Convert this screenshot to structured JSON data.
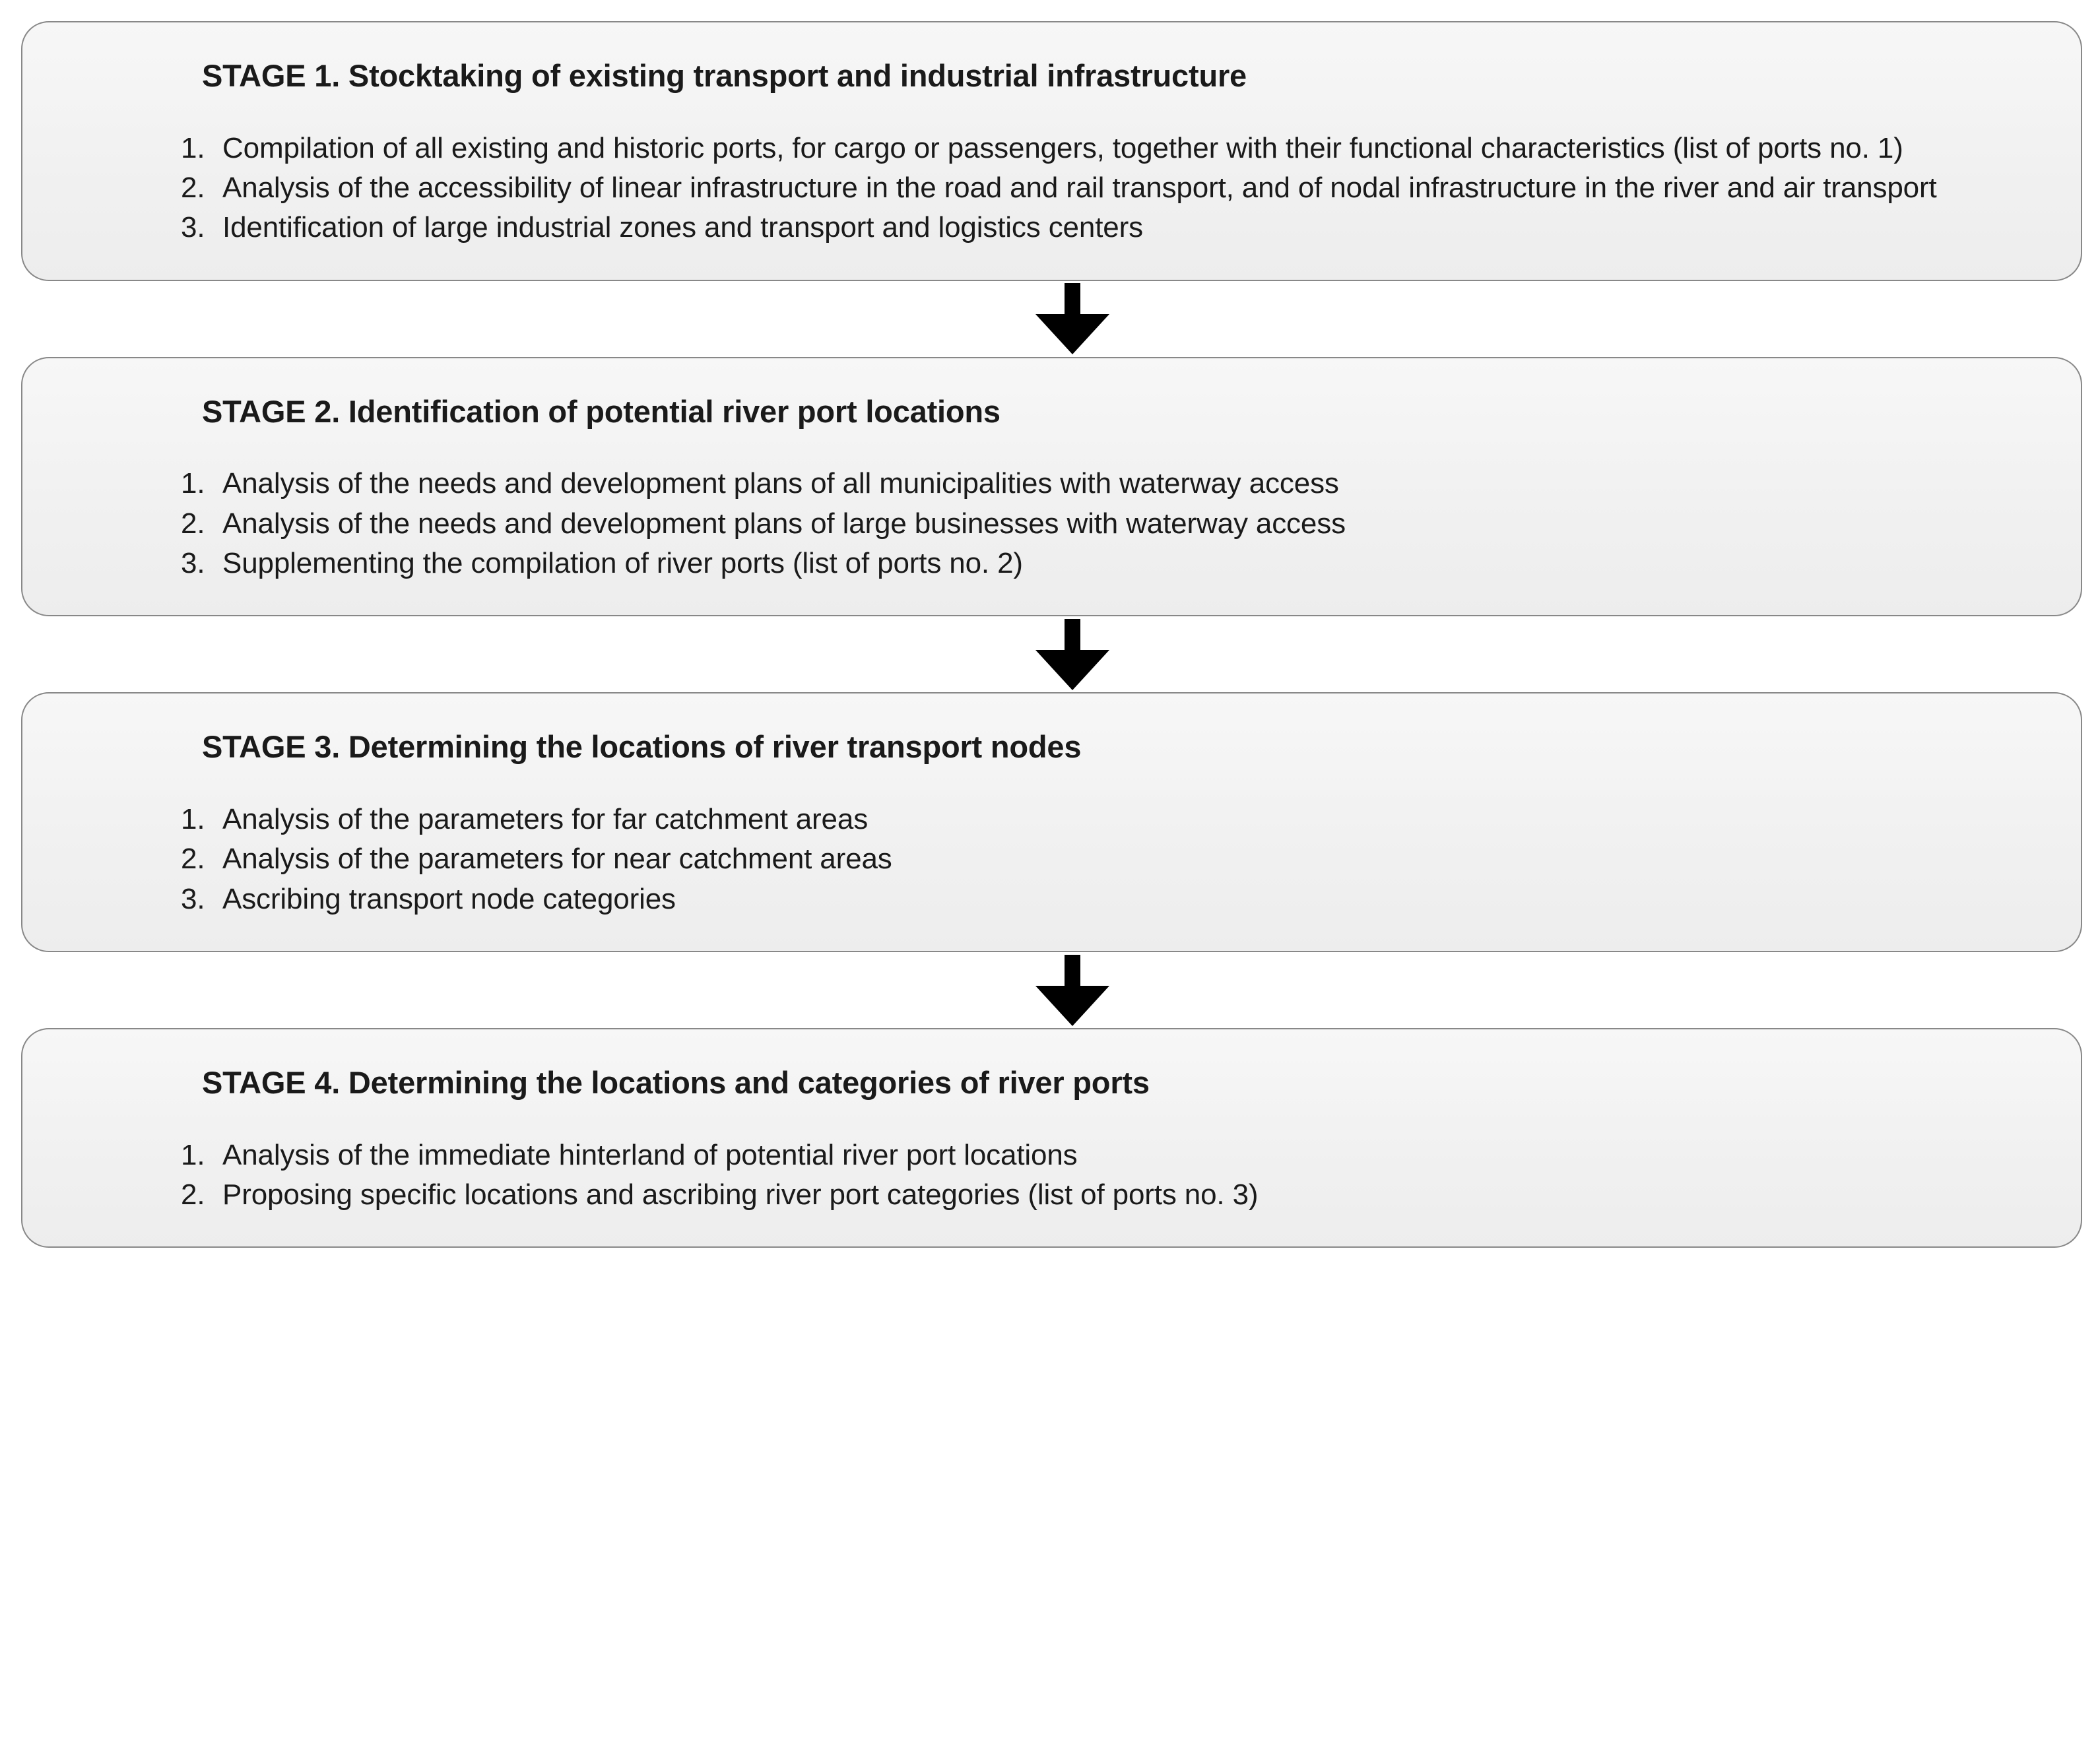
{
  "diagram": {
    "type": "flowchart",
    "orientation": "vertical",
    "connector_icon": "down-arrow-icon",
    "colors": {
      "box_fill": "#f2f2f2",
      "box_border": "#888888",
      "text": "#1a1a1a",
      "arrow": "#000000",
      "page_background": "#ffffff"
    },
    "stages": [
      {
        "title": "STAGE 1. Stocktaking of existing transport and industrial infrastructure",
        "items": [
          {
            "marker": "1.",
            "text": "Compilation of all existing and historic ports, for cargo or passengers, together with their functional characteristics (list of ports no. 1)"
          },
          {
            "marker": "2.",
            "text": "Analysis of the accessibility of linear infrastructure in the road and rail transport, and of nodal infrastructure in the river and air transport"
          },
          {
            "marker": "3.",
            "text": "Identification of large industrial zones and transport and logistics centers"
          }
        ]
      },
      {
        "title": "STAGE 2. Identification of potential river port locations",
        "items": [
          {
            "marker": "1.",
            "text": "Analysis of the needs and development plans of all municipalities with waterway access"
          },
          {
            "marker": "2.",
            "text": "Analysis of the needs and development plans of large businesses with waterway access"
          },
          {
            "marker": "3.",
            "text": "Supplementing the compilation of river ports (list of ports no. 2)"
          }
        ]
      },
      {
        "title": "STAGE 3. Determining the locations of river transport nodes",
        "items": [
          {
            "marker": "1.",
            "text": "Analysis of the parameters for far catchment areas"
          },
          {
            "marker": "2.",
            "text": "Analysis of the parameters for near catchment areas"
          },
          {
            "marker": "3.",
            "text": "Ascribing transport node categories"
          }
        ]
      },
      {
        "title": "STAGE 4. Determining the locations and categories of river ports",
        "items": [
          {
            "marker": "1.",
            "text": "Analysis of the immediate hinterland of potential river port locations"
          },
          {
            "marker": "2.",
            "text": "Proposing specific locations and ascribing river port categories (list of ports no. 3)"
          }
        ]
      }
    ]
  }
}
